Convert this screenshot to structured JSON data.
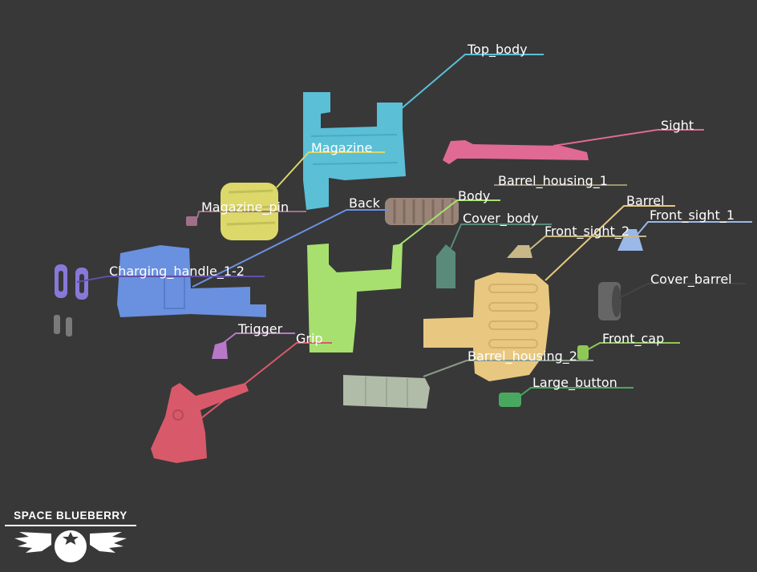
{
  "parts": [
    {
      "id": "top_body",
      "label": "Top_body",
      "color": "#5bbfd6"
    },
    {
      "id": "sight",
      "label": "Sight",
      "color": "#e06a94"
    },
    {
      "id": "magazine",
      "label": "Magazine",
      "color": "#dcd86a"
    },
    {
      "id": "barrel_housing_1",
      "label": "Barrel_housing_1",
      "color": "#a09070"
    },
    {
      "id": "body",
      "label": "Body",
      "color": "#a8e070"
    },
    {
      "id": "back",
      "label": "Back",
      "color": "#6a90e0"
    },
    {
      "id": "barrel",
      "label": "Barrel",
      "color": "#e8c880"
    },
    {
      "id": "magazine_pin",
      "label": "Magazine_pin",
      "color": "#a0708a"
    },
    {
      "id": "cover_body",
      "label": "Cover_body",
      "color": "#5a8a7a"
    },
    {
      "id": "front_sight_1",
      "label": "Front_sight_1",
      "color": "#9ab8e8"
    },
    {
      "id": "front_sight_2",
      "label": "Front_sight_2",
      "color": "#b0a070"
    },
    {
      "id": "charging_handle",
      "label": "Charging_handle_1-2",
      "color": "#6050a8"
    },
    {
      "id": "cover_barrel",
      "label": "Cover_barrel",
      "color": "#555555"
    },
    {
      "id": "trigger",
      "label": "Trigger",
      "color": "#b878c8"
    },
    {
      "id": "grip",
      "label": "Grip",
      "color": "#d85a6a"
    },
    {
      "id": "front_cap",
      "label": "Front_cap",
      "color": "#90c858"
    },
    {
      "id": "barrel_housing_2",
      "label": "Barrel_housing_2",
      "color": "#8a9a8a"
    },
    {
      "id": "large_button",
      "label": "Large_button",
      "color": "#48a860"
    }
  ],
  "logo": {
    "name": "SPACE BLUEBERRY"
  }
}
